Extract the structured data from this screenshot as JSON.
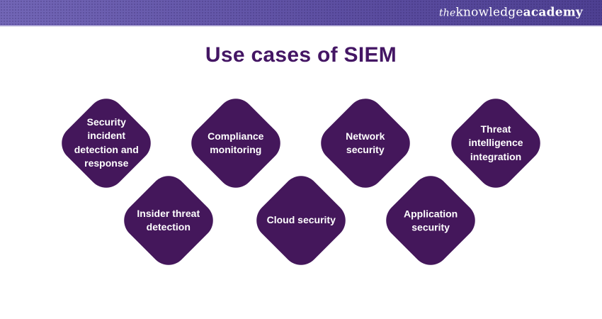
{
  "header": {
    "logo": {
      "the": "the",
      "knowledge": "knowledge",
      "academy": "academy"
    }
  },
  "title": "Use cases of SIEM",
  "colors": {
    "diamond_fill": "#44175b",
    "title_text": "#441664",
    "header_gradient_left": "#7266b6",
    "header_gradient_right": "#4e4092",
    "label_text": "#ffffff"
  },
  "diamonds": [
    {
      "label": "Security incident detection and response"
    },
    {
      "label": "Compliance monitoring"
    },
    {
      "label": "Network security"
    },
    {
      "label": "Threat intelligence integration"
    },
    {
      "label": "Insider threat detection"
    },
    {
      "label": "Cloud security"
    },
    {
      "label": "Application security"
    }
  ]
}
